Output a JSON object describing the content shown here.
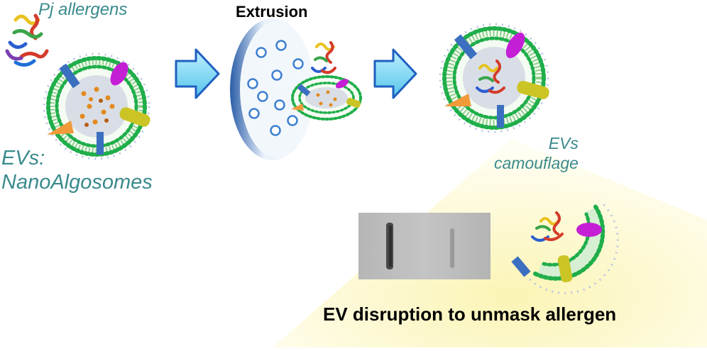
{
  "labels": {
    "pj_allergens": "Pj allergens",
    "evs_line1": "EVs:",
    "evs_line2": "NanoAlgosomes",
    "extrusion": "Extrusion",
    "camouflage_line1": "EVs",
    "camouflage_line2": "camouflage",
    "disruption": "EV disruption to unmask allergen"
  },
  "colors": {
    "teal_text": "#3a8a8c",
    "arrow_fill": "#6fd0ef",
    "arrow_stroke": "#1f5fbf",
    "membrane_dot": "#1fae4a",
    "cone_fill": "#fbf6c4",
    "blot_background": "#b8b8b8"
  },
  "icons": [
    "protein-ribbon-icon",
    "vesicle-icon",
    "extrusion-membrane-icon",
    "arrow-right-icon",
    "western-blot-icon"
  ]
}
